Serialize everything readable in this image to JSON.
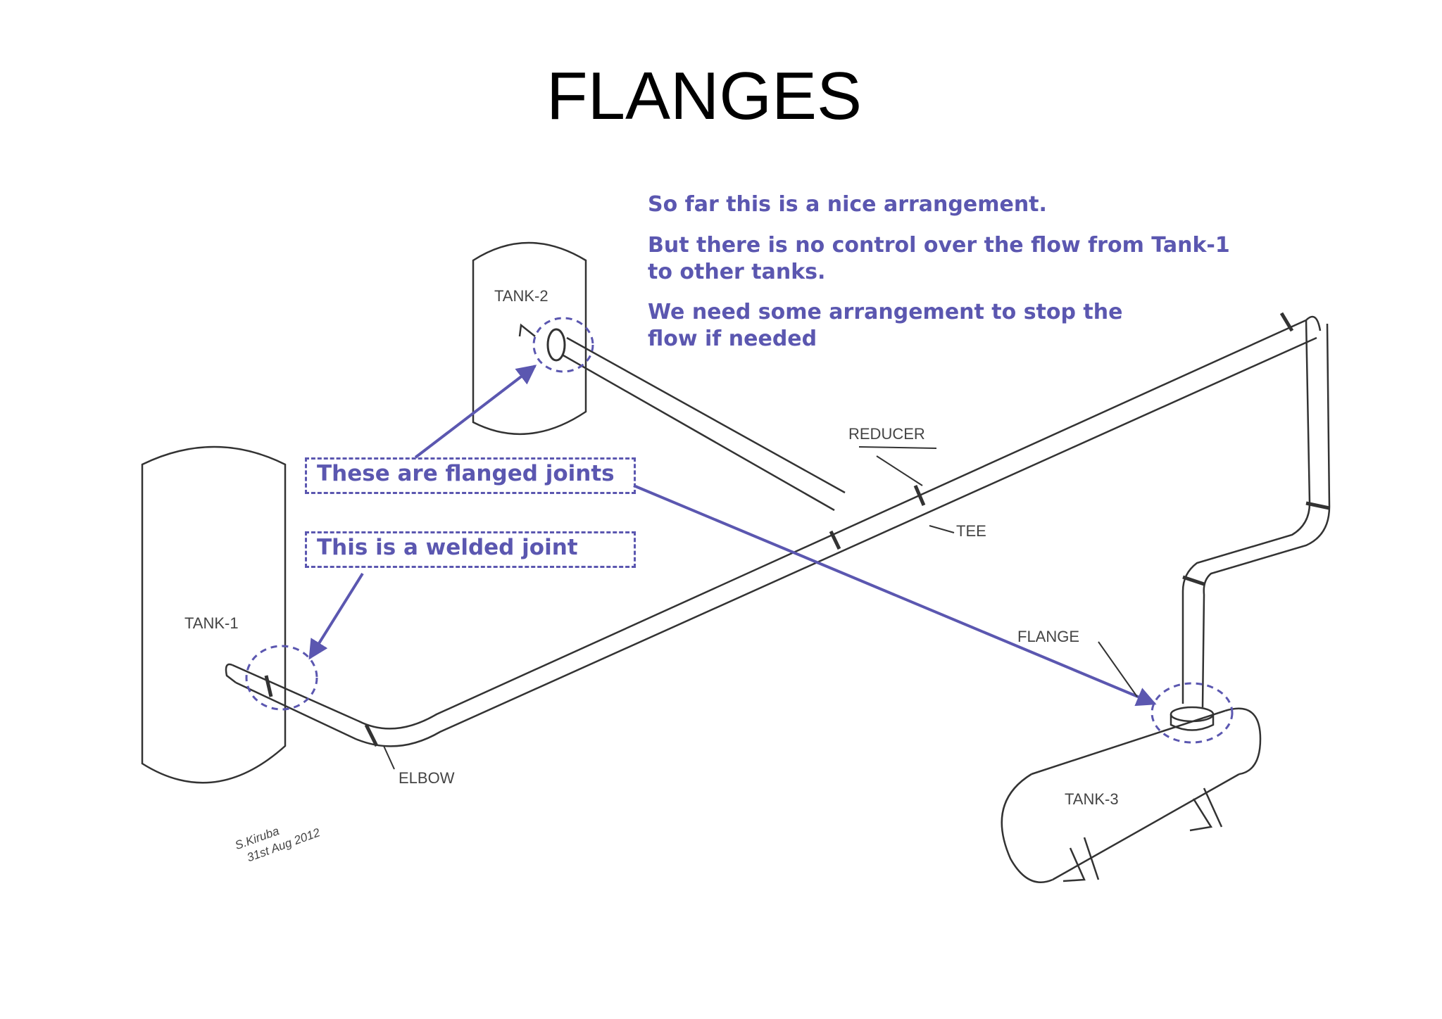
{
  "title": "FLANGES",
  "notes": [
    "So far this is a nice arrangement.",
    "But there is no control over the flow from Tank-1\nto other tanks.",
    "We need some arrangement to stop the\nflow if needed"
  ],
  "callouts": {
    "flanged": "These are flanged joints",
    "welded": "This is a welded joint"
  },
  "labels": {
    "tank1": "TANK-1",
    "tank2": "TANK-2",
    "tank3": "TANK-3",
    "reducer": "REDUCER",
    "tee": "TEE",
    "elbow": "ELBOW",
    "flange": "FLANGE"
  },
  "signature": "S.Kiruba 31st Aug 2012",
  "colors": {
    "accent": "#5b57b0",
    "line": "#333333"
  }
}
